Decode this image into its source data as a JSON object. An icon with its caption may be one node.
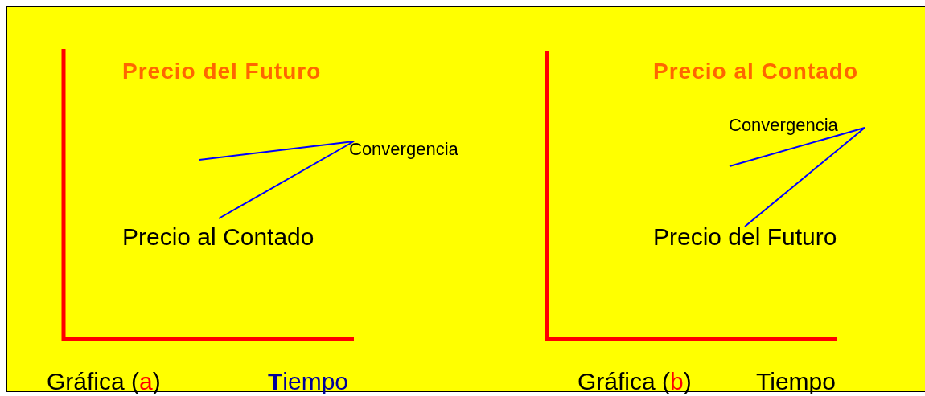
{
  "diagram": {
    "labels": [
      "Precio del Futuro",
      "Convergencia",
      "Precio al Contado",
      "Gráfica (a)",
      "**T**iempo",
      "Precio al Contado",
      "Convergencia",
      "Precio del Futuro",
      "Gráfica (b)",
      "Tiempo"
    ]
  }
}
